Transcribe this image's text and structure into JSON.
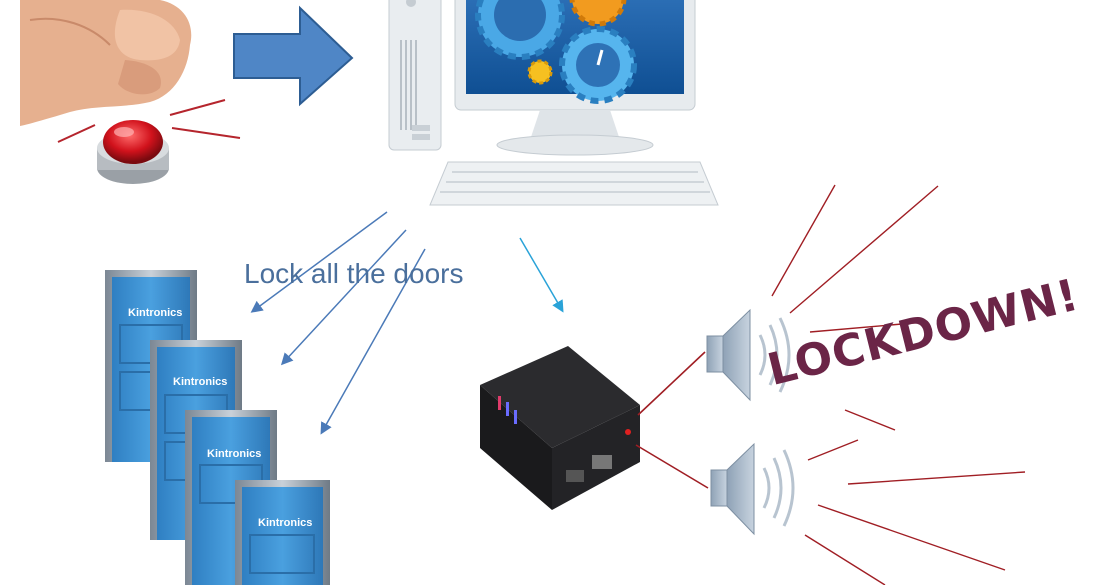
{
  "diagram": {
    "caption": "Lock all the doors",
    "alert_text": "LOCKDOWN!",
    "door_brand": "Kintronics",
    "colors": {
      "arrow_fill": "#4f86c6",
      "connector_blue": "#4b7ab8",
      "connector_cyan": "#2aa3d8",
      "sound_lines": "#a01e24",
      "door_blue": "#3d8fd0",
      "alert_text": "#6b2547",
      "caption_text": "#4a6f9c"
    },
    "nodes": [
      {
        "id": "panic-button",
        "icon": "hand-pressing-button-icon"
      },
      {
        "id": "computer",
        "icon": "desktop-computer-icon"
      },
      {
        "id": "controller",
        "icon": "network-controller-icon"
      },
      {
        "id": "speakers",
        "icon": "speaker-icon"
      },
      {
        "id": "doors",
        "icon": "door-icon"
      }
    ]
  }
}
